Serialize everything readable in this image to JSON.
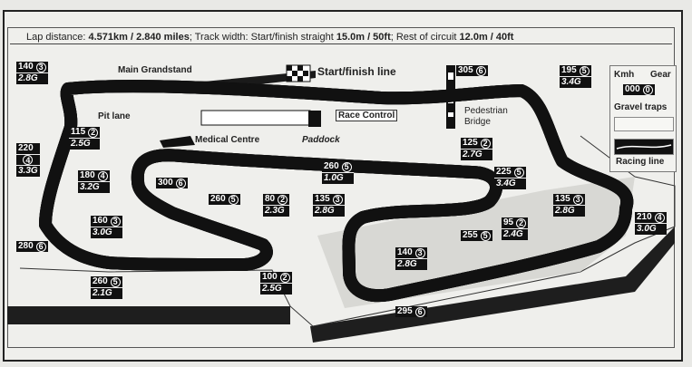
{
  "header": {
    "lap_label": "Lap distance: ",
    "lap_value": "4.571km / 2.840 miles",
    "width_label": "; Track width: Start/finish straight ",
    "straight_value": "15.0m / 50ft",
    "rest_label": "; Rest of circuit ",
    "rest_value": "12.0m / 40ft"
  },
  "landmarks": {
    "main_grandstand": "Main Grandstand",
    "start_finish": "Start/finish line",
    "pit_lane": "Pit lane",
    "race_control": "Race Control",
    "medical_centre": "Medical Centre",
    "paddock": "Paddock",
    "pedestrian_bridge_1": "Pedestrian",
    "pedestrian_bridge_2": "Bridge"
  },
  "legend": {
    "kmh": "Kmh",
    "gear": "Gear",
    "sample_speed": "000",
    "sample_gear": "0",
    "gravel": "Gravel traps",
    "racing_line": "Racing line"
  },
  "corners": [
    {
      "speed": "140",
      "gear": "3",
      "g": "2.8G"
    },
    {
      "speed": "220",
      "gear": "4",
      "g": "3.3G"
    },
    {
      "speed": "115",
      "gear": "2",
      "g": "2.5G"
    },
    {
      "speed": "180",
      "gear": "4",
      "g": "3.2G"
    },
    {
      "speed": "300",
      "gear": "6",
      "g": ""
    },
    {
      "speed": "160",
      "gear": "3",
      "g": "3.0G"
    },
    {
      "speed": "280",
      "gear": "6",
      "g": ""
    },
    {
      "speed": "260",
      "gear": "5",
      "g": "2.1G"
    },
    {
      "speed": "260",
      "gear": "5",
      "g": ""
    },
    {
      "speed": "80",
      "gear": "2",
      "g": "2.3G"
    },
    {
      "speed": "100",
      "gear": "2",
      "g": "2.5G"
    },
    {
      "speed": "135",
      "gear": "3",
      "g": "2.8G"
    },
    {
      "speed": "260",
      "gear": "5",
      "g": "1.0G"
    },
    {
      "speed": "125",
      "gear": "2",
      "g": "2.7G"
    },
    {
      "speed": "225",
      "gear": "5",
      "g": "3.4G"
    },
    {
      "speed": "95",
      "gear": "2",
      "g": "2.4G"
    },
    {
      "speed": "255",
      "gear": "5",
      "g": ""
    },
    {
      "speed": "140",
      "gear": "3",
      "g": "2.8G"
    },
    {
      "speed": "295",
      "gear": "6",
      "g": ""
    },
    {
      "speed": "135",
      "gear": "3",
      "g": "2.8G"
    },
    {
      "speed": "210",
      "gear": "4",
      "g": "3.0G"
    },
    {
      "speed": "305",
      "gear": "6",
      "g": ""
    },
    {
      "speed": "195",
      "gear": "5",
      "g": "3.4G"
    }
  ]
}
